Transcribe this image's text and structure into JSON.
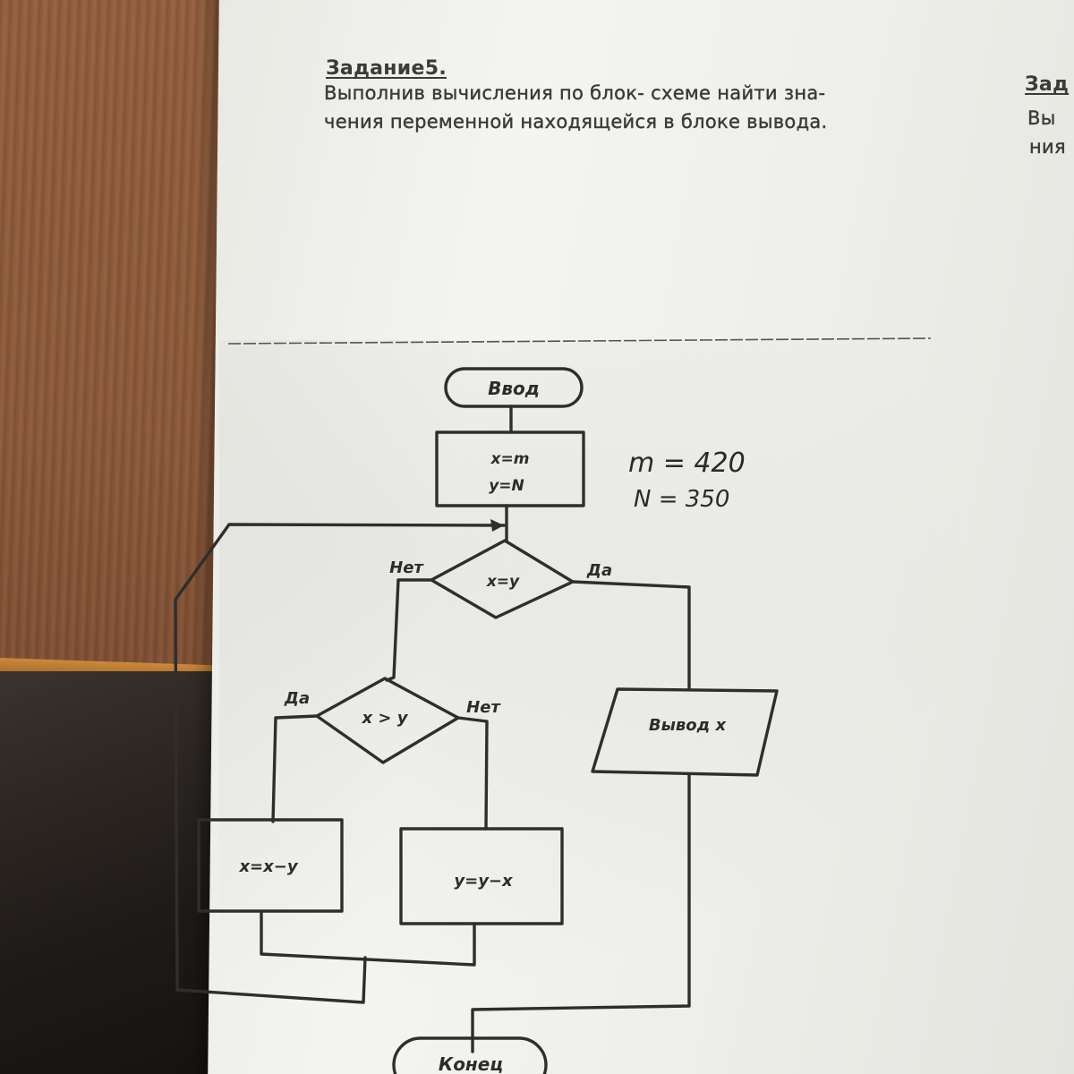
{
  "task": {
    "title": "Задание5.",
    "line1": "Выполнив вычисления по блок- схеме найти зна-",
    "line2": "чения переменной находящейся в блоке вывода."
  },
  "next_task": {
    "title": "Зад",
    "line1": "Вы",
    "line2": "ния"
  },
  "flowchart": {
    "start": "Ввод",
    "assign_x": "x=m",
    "assign_y": "y=N",
    "decision1": "x=y",
    "decision1_no": "Нет",
    "decision1_yes": "Да",
    "decision2": "x > y",
    "decision2_yes": "Да",
    "decision2_no": "Нет",
    "op_left": "x=x−y",
    "op_right": "y=y−x",
    "output": "Вывод x",
    "end": "Конец"
  },
  "handwritten": {
    "m_value": "m = 420",
    "n_value": "N = 350"
  }
}
